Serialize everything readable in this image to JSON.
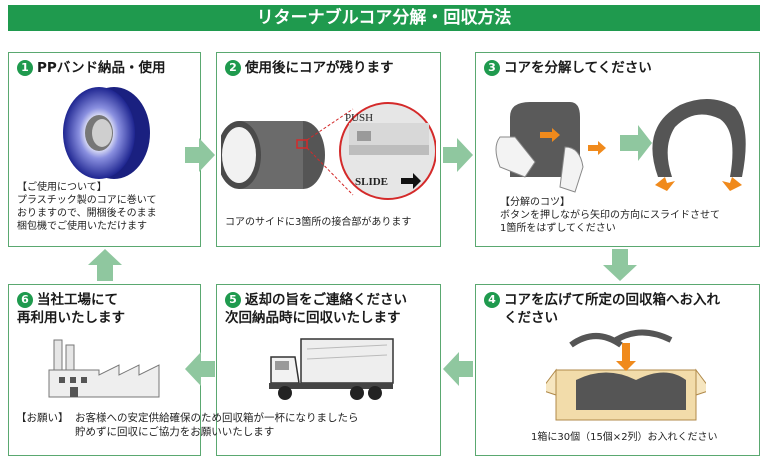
{
  "title": "リターナブルコア分解・回収方法",
  "steps": {
    "s1": {
      "num": "1",
      "title": "PPバンド納品・使用",
      "note_head": "【ご使用について】",
      "note_l1": "プラスチック製のコアに巻いて",
      "note_l2": "おりますので、開梱後そのまま",
      "note_l3": "梱包機でご使用いただけます"
    },
    "s2": {
      "num": "2",
      "title": "使用後にコアが残ります",
      "push": "PUSH",
      "slide": "SLIDE",
      "note": "コアのサイドに3箇所の接合部があります"
    },
    "s3": {
      "num": "3",
      "title": "コアを分解してください",
      "note_head": "【分解のコツ】",
      "note_l1": "ボタンを押しながら矢印の方向にスライドさせて",
      "note_l2": "1箇所をはずしてください"
    },
    "s4": {
      "num": "4",
      "title_l1": "コアを広げて所定の回収箱へお入れ",
      "title_l2": "ください",
      "note": "1箱に30個（15個×2列）お入れください"
    },
    "s5": {
      "num": "5",
      "title_l1": "返却の旨をご連絡ください",
      "title_l2": "次回納品時に回収いたします"
    },
    "s6": {
      "num": "6",
      "title_l1": "当社工場にて",
      "title_l2": "再利用いたします"
    }
  },
  "request": {
    "label": "【お願い】",
    "l1": "お客様への安定供給確保のため回収箱が一杯になりましたら",
    "l2": "貯めずに回収にご協力をお願いいたします"
  },
  "colors": {
    "green": "#1f9a4e",
    "arrow_green": "#8fc79f",
    "orange": "#f08a1c",
    "core_blue": "#2a32a0",
    "red_circle": "#d42a2a"
  }
}
